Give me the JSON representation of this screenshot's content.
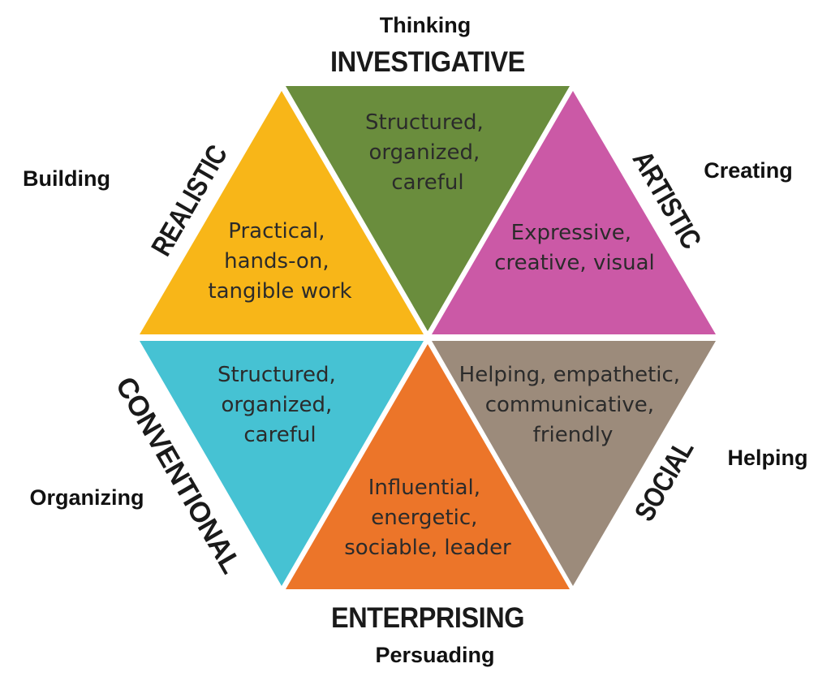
{
  "colors": {
    "investigative": "#6a8d3d",
    "artistic": "#cb59a6",
    "social": "#9c8b7b",
    "enterprising": "#ec7529",
    "conventional": "#46c2d3",
    "realistic": "#f8b618"
  },
  "segments": {
    "investigative": {
      "type": "INVESTIGATIVE",
      "verb": "Thinking",
      "desc": [
        "Structured,",
        "organized,",
        "careful"
      ]
    },
    "artistic": {
      "type": "ARTISTIC",
      "verb": "Creating",
      "desc": [
        "Expressive,",
        "creative, visual"
      ]
    },
    "social": {
      "type": "SOCIAL",
      "verb": "Helping",
      "desc": [
        "Helping, empathetic,",
        "communicative,",
        "friendly"
      ]
    },
    "enterprising": {
      "type": "ENTERPRISING",
      "verb": "Persuading",
      "desc": [
        "Influential,",
        "energetic,",
        "sociable, leader"
      ]
    },
    "conventional": {
      "type": "CONVENTIONAL",
      "verb": "Organizing",
      "desc": [
        "Structured,",
        "organized,",
        "careful"
      ]
    },
    "realistic": {
      "type": "REALISTIC",
      "verb": "Building",
      "desc": [
        "Practical,",
        "hands-on,",
        "tangible work"
      ]
    }
  }
}
